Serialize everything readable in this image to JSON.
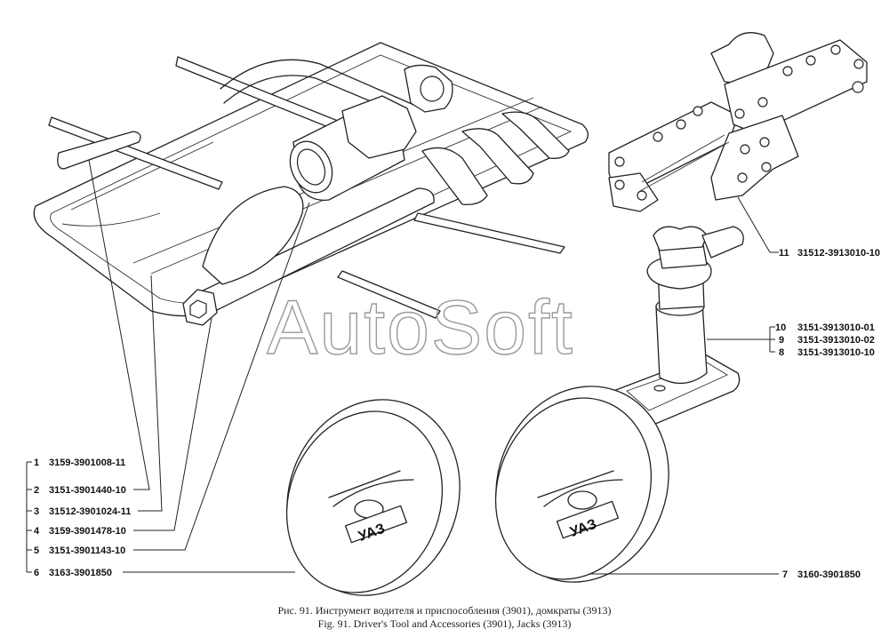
{
  "parts": [
    {
      "num": "1",
      "code": "3159-3901008-11"
    },
    {
      "num": "2",
      "code": "3151-3901440-10"
    },
    {
      "num": "3",
      "code": "31512-3901024-11"
    },
    {
      "num": "4",
      "code": "3159-3901478-10"
    },
    {
      "num": "5",
      "code": "3151-3901143-10"
    },
    {
      "num": "6",
      "code": "3163-3901850"
    },
    {
      "num": "7",
      "code": "3160-3901850"
    },
    {
      "num": "8",
      "code": "3151-3913010-10"
    },
    {
      "num": "9",
      "code": "3151-3913010-02"
    },
    {
      "num": "10",
      "code": "3151-3913010-01"
    },
    {
      "num": "11",
      "code": "31512-3913010-10"
    }
  ],
  "caption": {
    "ru": "Рис. 91. Инструмент водителя и приспособления (3901), домкраты (3913)",
    "en": "Fig. 91. Driver's Tool and Accessories (3901), Jacks (3913)"
  },
  "watermark": "AutoSoft",
  "bag_logo": "УАЗ"
}
